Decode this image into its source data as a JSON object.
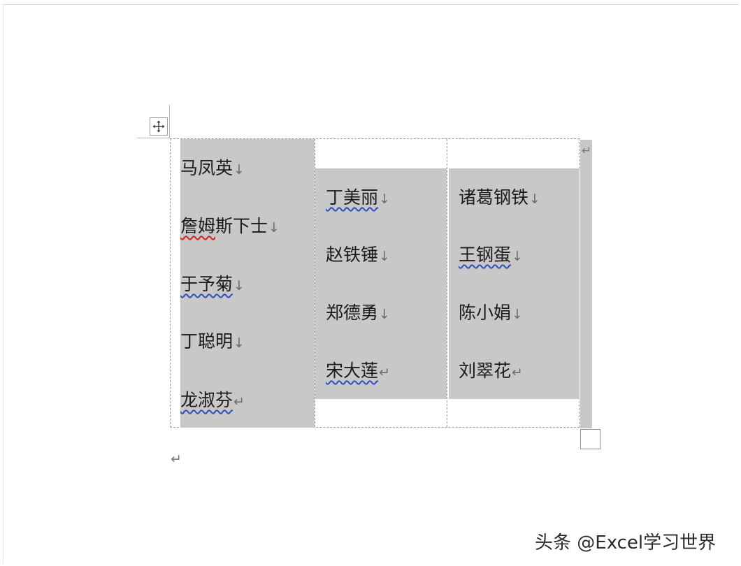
{
  "document": {
    "column1": [
      {
        "text": "马凤英",
        "mark": "↓",
        "underline": "none"
      },
      {
        "text": "詹姆斯下士",
        "mark": "↓",
        "underline": "red-partial"
      },
      {
        "text": "于予菊",
        "mark": "↓",
        "underline": "blue"
      },
      {
        "text": "丁聪明",
        "mark": "↓",
        "underline": "none"
      },
      {
        "text": "龙淑芬",
        "mark": "↵",
        "underline": "blue"
      }
    ],
    "column2": [
      {
        "text": "丁美丽",
        "mark": "↓",
        "underline": "blue"
      },
      {
        "text": "赵铁锤",
        "mark": "↓",
        "underline": "none"
      },
      {
        "text": "郑德勇",
        "mark": "↓",
        "underline": "none"
      },
      {
        "text": "宋大莲",
        "mark": "↵",
        "underline": "blue"
      }
    ],
    "column3": [
      {
        "text": "诸葛钢铁",
        "mark": "↓",
        "underline": "none"
      },
      {
        "text": "王钢蛋",
        "mark": "↓",
        "underline": "blue"
      },
      {
        "text": "陈小娟",
        "mark": "↓",
        "underline": "none"
      },
      {
        "text": "刘翠花",
        "mark": "↵",
        "underline": "none"
      }
    ],
    "row_end_mark": "↵",
    "paragraph_mark": "↵"
  },
  "watermark": "头条 @Excel学习世界",
  "colors": {
    "selection_shade": "#c8c8c8",
    "spell_underline_blue": "#2d4fbf",
    "spell_underline_red": "#d42020"
  },
  "icons": {
    "table_move_handle": "move-arrows-icon",
    "table_resize_handle": "resize-square-icon"
  }
}
